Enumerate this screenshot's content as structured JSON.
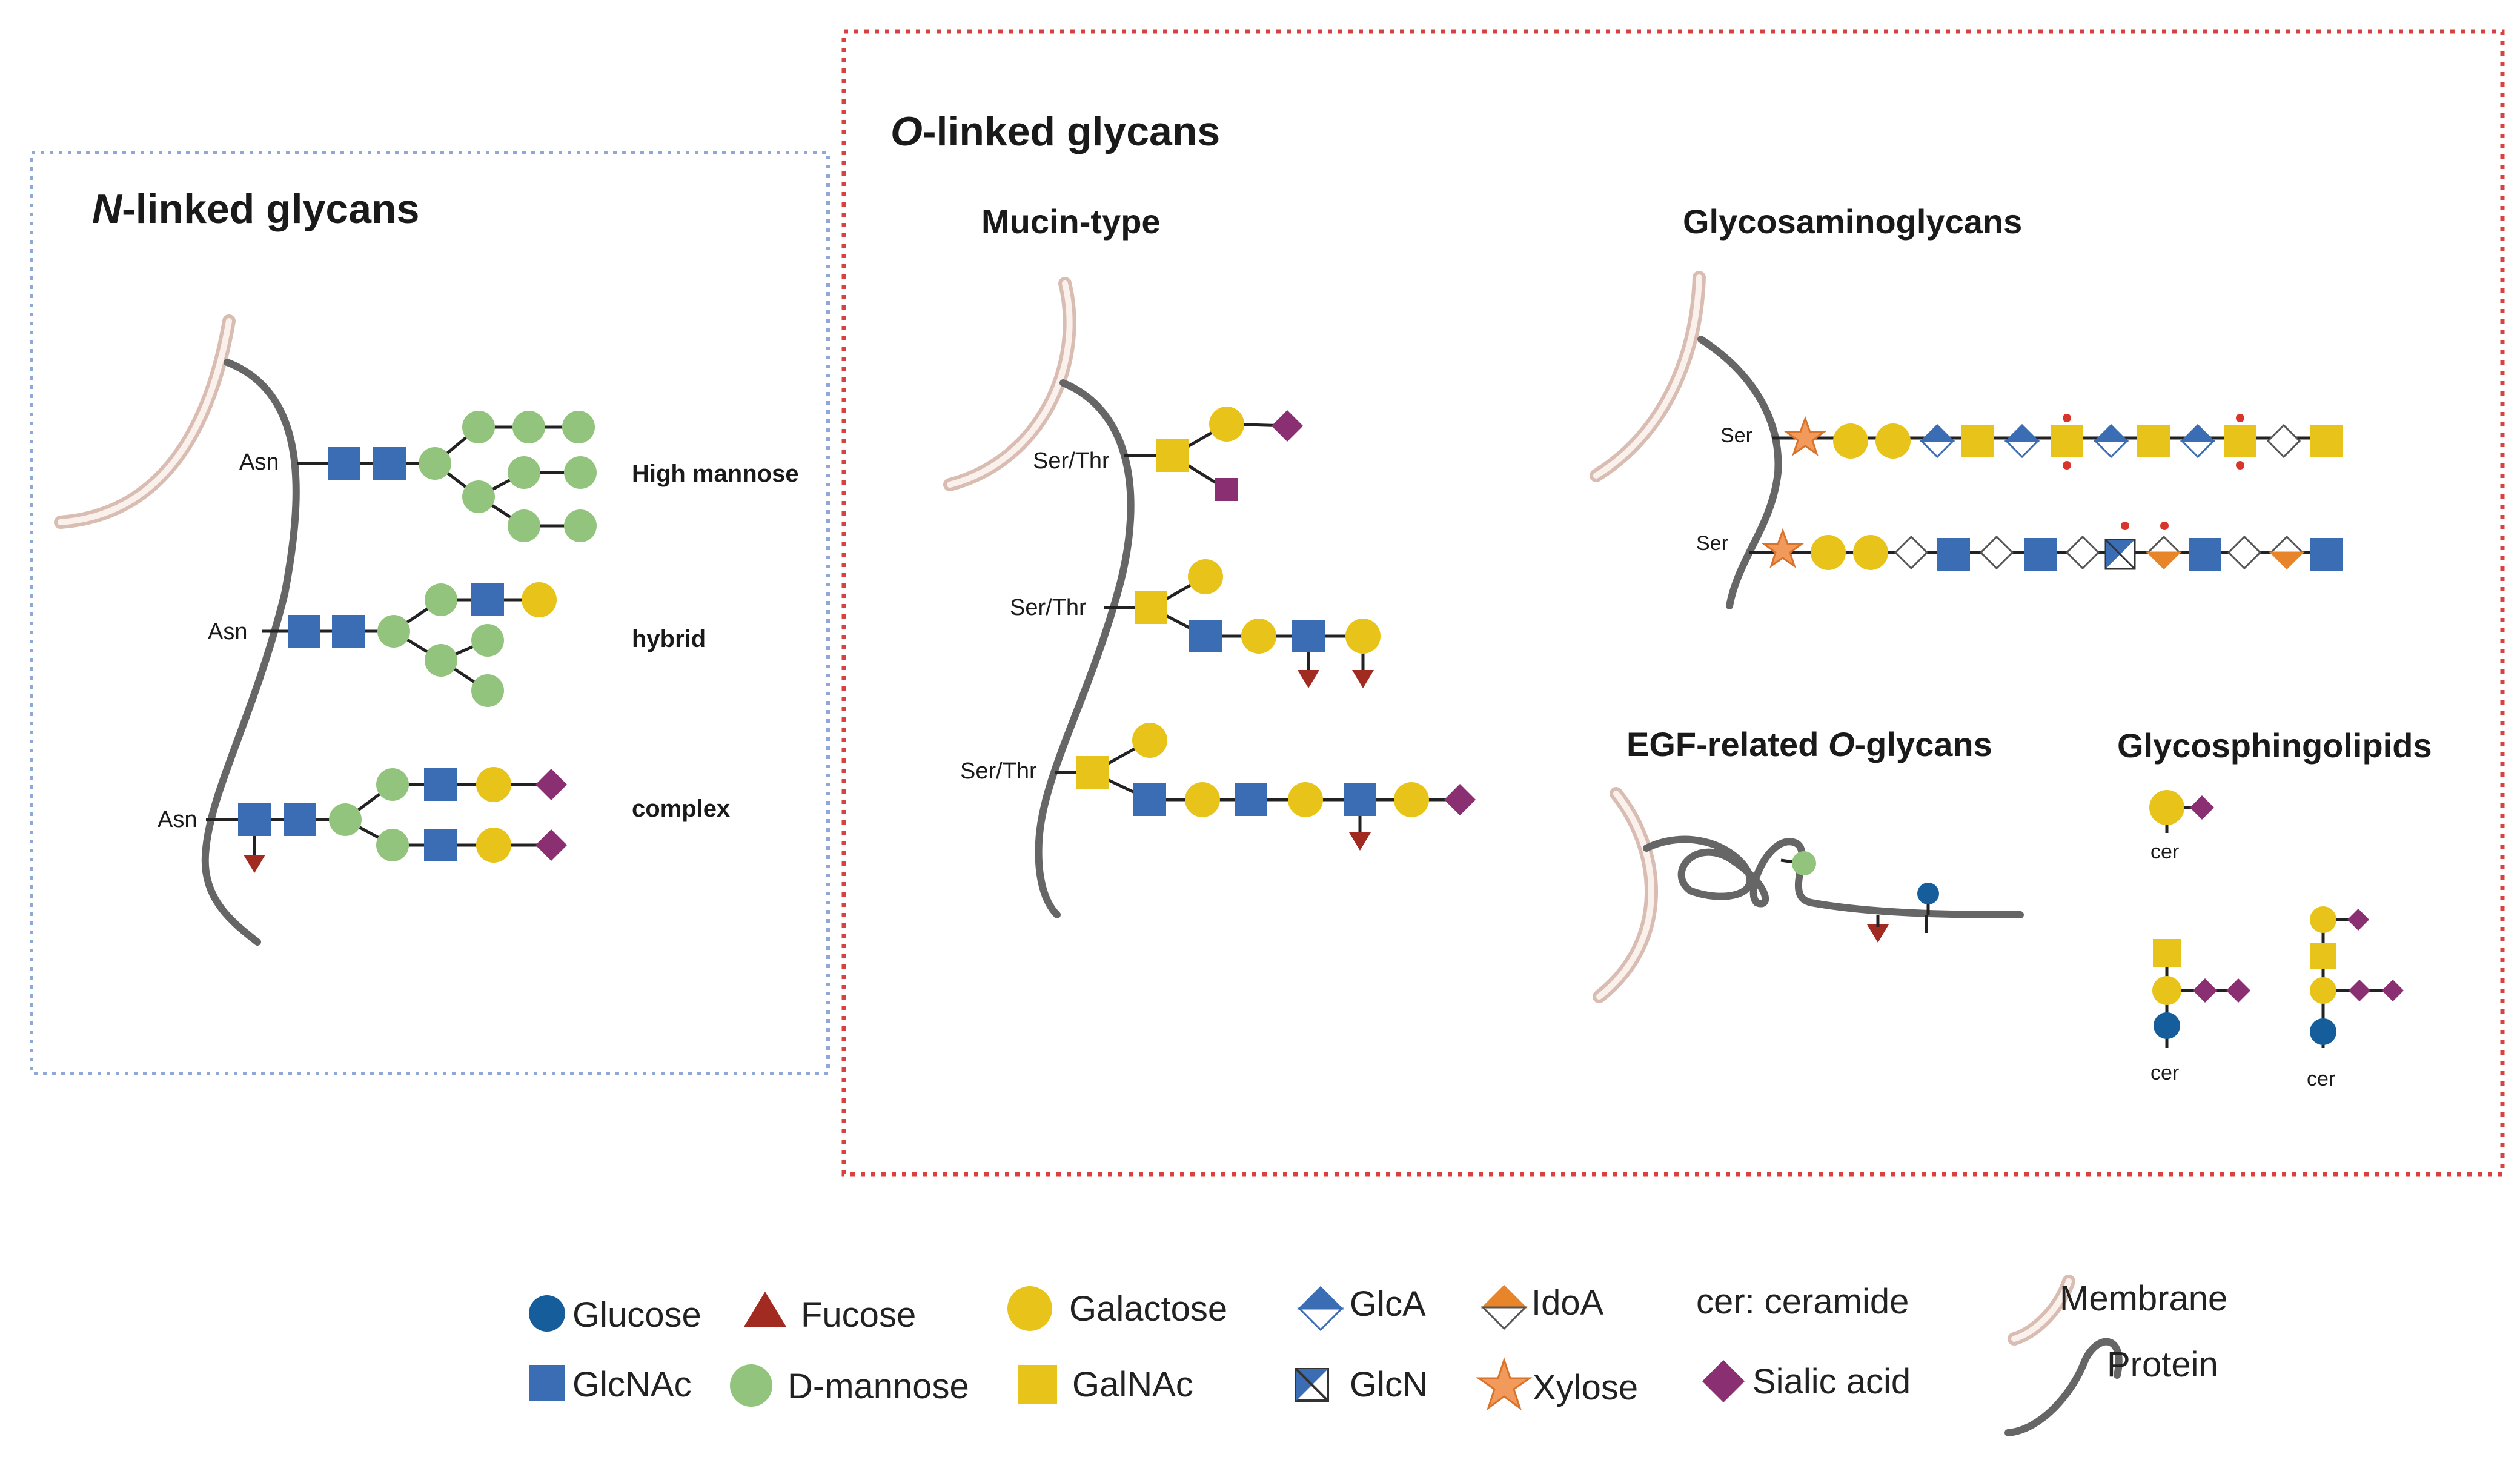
{
  "colors": {
    "glucose": "#155d9b",
    "glcnac": "#3b6db5",
    "fucose": "#a12a21",
    "mannose": "#93c47d",
    "galactose": "#e8c31a",
    "galnac": "#e8c31a",
    "glca": "#3b6db5",
    "idoa": "#e8852a",
    "xylose": "#f29a5c",
    "sialic": "#8b2f73",
    "membrane": "#d9bcb2",
    "protein": "#666666",
    "n_box_border": "#8fa8d8",
    "o_box_border": "#d94040",
    "sulfate": "#d9352b"
  },
  "n_linked": {
    "title_italic": "N",
    "title_rest": "-linked glycans",
    "asn": "Asn",
    "high_mannose": "High mannose",
    "hybrid": "hybrid",
    "complex": "complex"
  },
  "o_linked": {
    "title_italic": "O",
    "title_rest": "-linked glycans",
    "mucin": {
      "title": "Mucin-type",
      "attach": "Ser/Thr"
    },
    "gag": {
      "title": "Glycosaminoglycans",
      "attach": "Ser"
    },
    "egf": {
      "title_pre": "EGF-related ",
      "title_italic": "O",
      "title_post": "-glycans"
    },
    "gsl": {
      "title": "Glycosphingolipids",
      "cer": "cer"
    }
  },
  "legend": {
    "glucose": "Glucose",
    "fucose": "Fucose",
    "galactose": "Galactose",
    "glca": "GlcA",
    "idoa": "IdoA",
    "ceramide": "cer: ceramide",
    "membrane": "Membrane",
    "glcnac": "GlcNAc",
    "mannose": "D-mannose",
    "galnac": "GalNAc",
    "glcn": "GlcN",
    "xylose": "Xylose",
    "sialic": "Sialic acid",
    "protein": "Protein"
  }
}
